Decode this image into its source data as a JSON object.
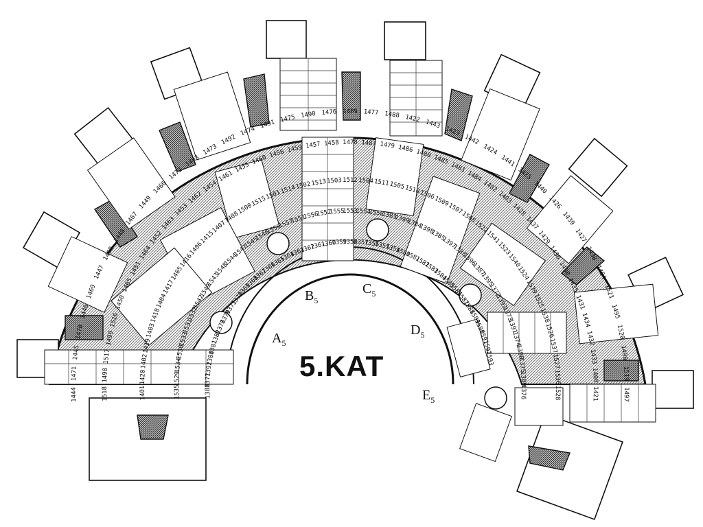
{
  "floor": {
    "title": "5.KAT"
  },
  "cores": [
    {
      "id": "A",
      "label": "A",
      "sub": "5"
    },
    {
      "id": "B",
      "label": "B",
      "sub": "5"
    },
    {
      "id": "C",
      "label": "C",
      "sub": "5"
    },
    {
      "id": "D",
      "label": "D",
      "sub": "5"
    },
    {
      "id": "E",
      "label": "E",
      "sub": "5"
    }
  ],
  "rooms": [
    "1444",
    "1471",
    "1445",
    "1470",
    "1446",
    "1469",
    "1447",
    "1468",
    "1448",
    "1467",
    "1449",
    "1466",
    "1472",
    "1493",
    "1473",
    "1492",
    "1474",
    "1491",
    "1475",
    "1490",
    "1476",
    "1489",
    "1477",
    "1488",
    "1422",
    "1443",
    "1423",
    "1442",
    "1424",
    "1441",
    "1425",
    "1440",
    "1426",
    "1439",
    "1427",
    "1438",
    "1494",
    "1521",
    "1495",
    "1520",
    "1496",
    "1519",
    "1497",
    "1518",
    "1498",
    "1517",
    "1499",
    "1516",
    "1450",
    "1465",
    "1451",
    "1464",
    "1452",
    "1463",
    "1453",
    "1462",
    "1454",
    "1461",
    "1455",
    "1460",
    "1456",
    "1459",
    "1457",
    "1458",
    "1478",
    "1487",
    "1479",
    "1486",
    "1480",
    "1485",
    "1481",
    "1484",
    "1482",
    "1483",
    "1428",
    "1437",
    "1429",
    "1436",
    "1430",
    "1435",
    "1431",
    "1434",
    "1432",
    "1433",
    "1400",
    "1421",
    "1401",
    "1420",
    "1402",
    "1419",
    "1403",
    "1418",
    "1404",
    "1417",
    "1405",
    "1416",
    "1406",
    "1415",
    "1407",
    "1408",
    "1500",
    "1515",
    "1501",
    "1514",
    "1502",
    "1513",
    "1503",
    "1512",
    "1504",
    "1511",
    "1505",
    "1510",
    "1506",
    "1509",
    "1507",
    "1508",
    "1522",
    "1541",
    "1523",
    "1540",
    "1524",
    "1539",
    "1525",
    "1538",
    "1526",
    "1537",
    "1527",
    "1536",
    "1528",
    "1535",
    "1529",
    "1534",
    "1530",
    "1533",
    "1531",
    "1532",
    "1542",
    "1549",
    "1543",
    "1548",
    "1544",
    "1547",
    "1545",
    "1546",
    "1550",
    "1557",
    "1551",
    "1556",
    "1552",
    "1555",
    "1553",
    "1554",
    "1558",
    "1383",
    "1399",
    "1384",
    "1398",
    "1385",
    "1397",
    "1386",
    "1396",
    "1387",
    "1395",
    "1372",
    "1393",
    "1373",
    "1391",
    "1374",
    "1390",
    "1375",
    "1389",
    "1376",
    "1388",
    "1377",
    "1392",
    "1380",
    "1381",
    "1382",
    "1378",
    "1379",
    "1371",
    "1370",
    "1369",
    "1368",
    "1367",
    "1366",
    "1365",
    "1364",
    "1363",
    "1362",
    "1361",
    "1360",
    "1359",
    "1358",
    "1357",
    "1356",
    "1355",
    "1354",
    "1580",
    "1581",
    "1582",
    "1583",
    "1584",
    "1585",
    "1586",
    "1587",
    "1588",
    "1589",
    "1590",
    "1591",
    "1592",
    "1593"
  ]
}
